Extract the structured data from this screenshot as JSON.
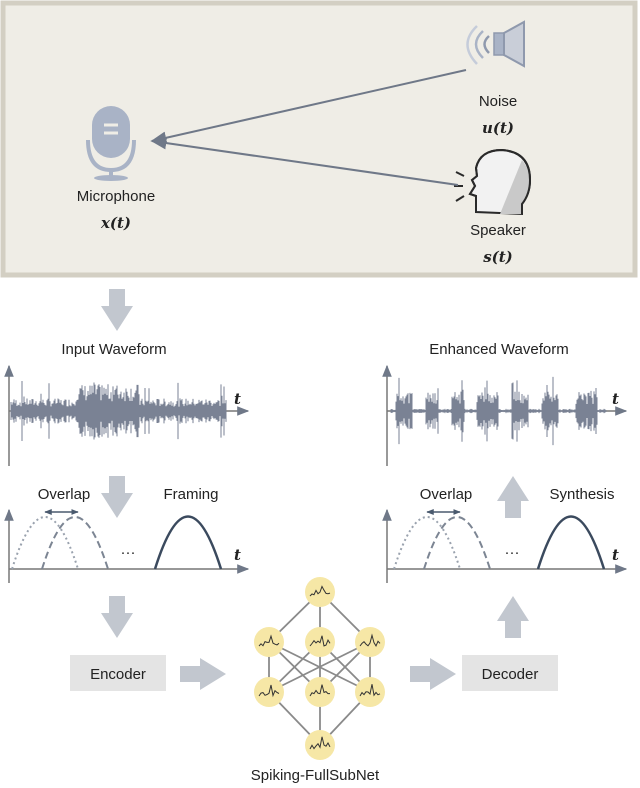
{
  "scene": {
    "noise": {
      "label": "Noise",
      "symbol": "u(t)"
    },
    "speaker": {
      "label": "Speaker",
      "symbol": "s(t)"
    },
    "microphone": {
      "label": "Microphone",
      "symbol": "x(t)"
    }
  },
  "input_waveform": {
    "title": "Input Waveform",
    "axis": "t"
  },
  "enhanced_waveform": {
    "title": "Enhanced Waveform",
    "axis": "t"
  },
  "framing_left": {
    "overlap": "Overlap",
    "framing": "Framing",
    "axis": "t",
    "ellipsis": "···"
  },
  "framing_right": {
    "overlap": "Overlap",
    "synthesis": "Synthesis",
    "axis": "t",
    "ellipsis": "···"
  },
  "encoder": {
    "label": "Encoder"
  },
  "decoder": {
    "label": "Decoder"
  },
  "network": {
    "label": "Spiking-FullSubNet",
    "layers": [
      1,
      3,
      3,
      1
    ]
  },
  "colors": {
    "panel_bg": "#efede6",
    "panel_border": "#d3cfc3",
    "block_arrow": "#c2c7cf",
    "box_bg": "#e4e4e4",
    "waveform": "#7a8294",
    "neuron": "#f6e7a6",
    "mic": "#a9b3c6",
    "speaker_fill": "#d7d7d7",
    "edge": "#8a8a8a"
  }
}
